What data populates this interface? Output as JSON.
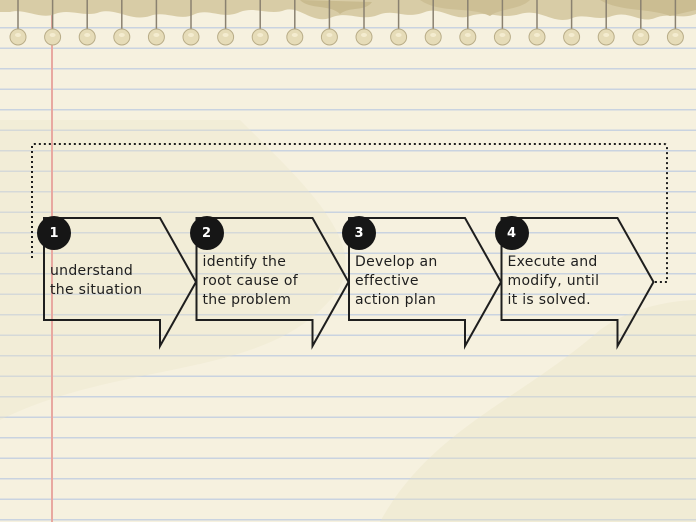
{
  "diagram": {
    "steps": [
      {
        "number": "1",
        "lines": [
          "understand",
          "the situation"
        ]
      },
      {
        "number": "2",
        "lines": [
          "identify the",
          "root cause of",
          "the problem"
        ]
      },
      {
        "number": "3",
        "lines": [
          "Develop an",
          "effective",
          "action plan"
        ]
      },
      {
        "number": "4",
        "lines": [
          "Execute and",
          "modify, until",
          "it is solved."
        ]
      }
    ],
    "colors": {
      "ink": "#1e1e1e",
      "paper": "#f6f1df",
      "ruled_line": "#c9d3e0",
      "margin_line": "#e8a8a0",
      "number_badge": "#161616"
    }
  }
}
